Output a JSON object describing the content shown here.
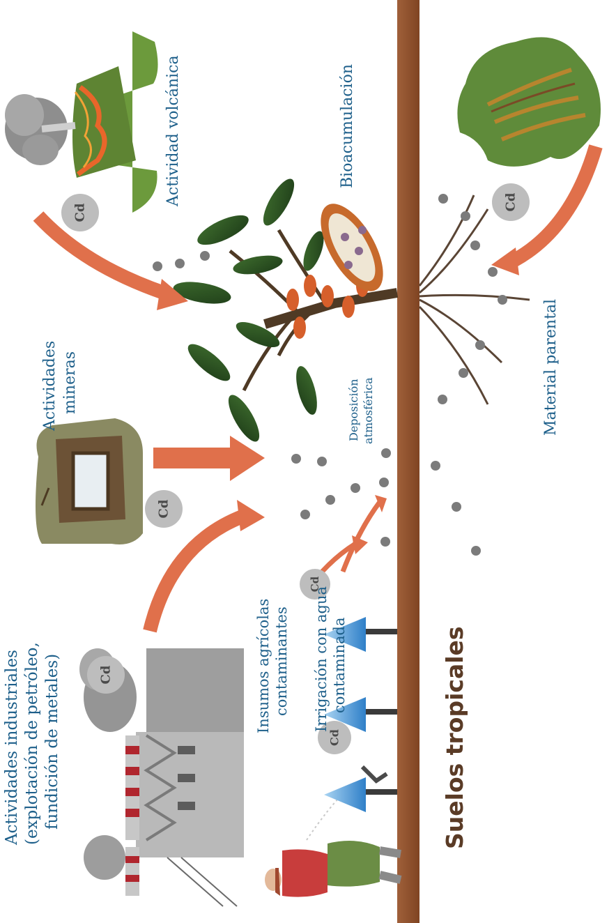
{
  "labels": {
    "industrial_1": "Actividades industriales",
    "industrial_2": "(explotación de petróleo,",
    "industrial_3": "fundición de metales)",
    "insumos_1": "Insumos agrícolas",
    "insumos_2": "contaminantes",
    "irrigacion_1": "Irrigación con agua",
    "irrigacion_2": "contaminada",
    "mineras_1": "Actividades",
    "mineras_2": "mineras",
    "deposicion_1": "Deposición",
    "deposicion_2": "atmosférica",
    "volcanica": "Actividad volcánica",
    "bioacumulacion": "Bioacumulación",
    "material_parental": "Material parental",
    "suelos": "Suelos tropicales"
  },
  "cd_badge": "Cd",
  "colors": {
    "soil_bar": "#9b5733",
    "arrow": "#e0704b",
    "badge": "#bdbdbd",
    "dot": "#7b7b7b",
    "label_blue": "#1d5f8a",
    "label_brown": "#5a3b26"
  },
  "icons": {
    "factory": "factory-icon",
    "farmer": "farmer-icon",
    "sprinklers": "sprinkler-icon",
    "mine": "mine-icon",
    "volcano": "volcano-icon",
    "cacao_tree": "cacao-tree-icon",
    "cacao_pod": "cacao-pod-icon",
    "terrain_map": "terrain-map-icon"
  }
}
